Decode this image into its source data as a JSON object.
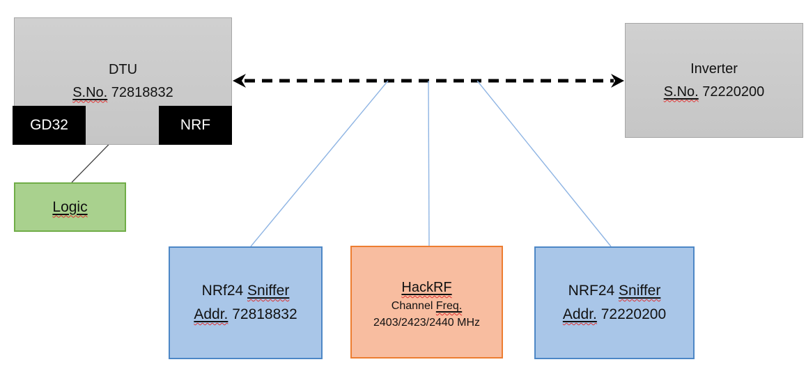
{
  "colors": {
    "gray_fill": "#cbcbcb",
    "gray_border": "#a6a6a6",
    "black_fill": "#000000",
    "green_fill": "#a9d18e",
    "green_border": "#70ad47",
    "blue_fill": "#a9c6e8",
    "blue_border": "#4d87c6",
    "orange_fill": "#f8bda0",
    "orange_border": "#ed7d31",
    "connector_blue": "#8eb4e3",
    "arrow_black": "#000000",
    "squiggle_red": "#e03131"
  },
  "nodes": {
    "dtu": {
      "title": "DTU",
      "serial_label": "S.No.",
      "serial_number": " 72818832"
    },
    "gd32": {
      "label": "GD32"
    },
    "nrf": {
      "label": "NRF"
    },
    "logic": {
      "label": "Logic"
    },
    "inverter": {
      "title": "Inverter",
      "serial_label": "S.No.",
      "serial_number": " 72220200"
    },
    "sniffer_left": {
      "title_prefix": "NRf24 ",
      "title_word": "Sniffer",
      "addr_label": "Addr.",
      "addr_number": " 72818832"
    },
    "hackrf": {
      "title": "HackRF",
      "line2_prefix": "Channel ",
      "line2_word": "Freq.",
      "line3": "2403/2423/2440 MHz"
    },
    "sniffer_right": {
      "title_prefix": "NRF24 ",
      "title_word": "Sniffer",
      "addr_label": "Addr.",
      "addr_number": " 72220200"
    }
  }
}
